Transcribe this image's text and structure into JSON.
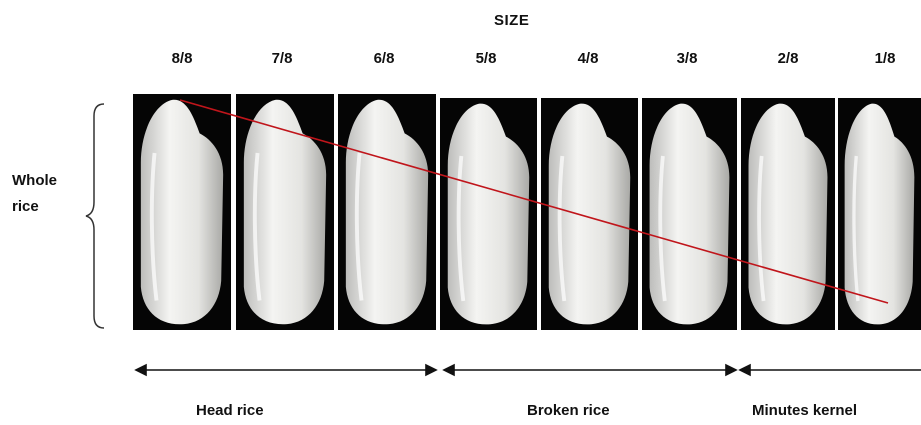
{
  "title": "SIZE",
  "side_label": [
    "Whole",
    "rice"
  ],
  "size_labels": [
    "8/8",
    "7/8",
    "6/8",
    "5/8",
    "4/8",
    "3/8",
    "2/8",
    "1/8"
  ],
  "groups": [
    "Head rice",
    "Broken rice",
    "Minutes kernel"
  ],
  "colors": {
    "background": "#ffffff",
    "panel": "#050505",
    "kernel": "#e9e9e6",
    "trend_line": "#c0151b",
    "text": "#111111"
  }
}
